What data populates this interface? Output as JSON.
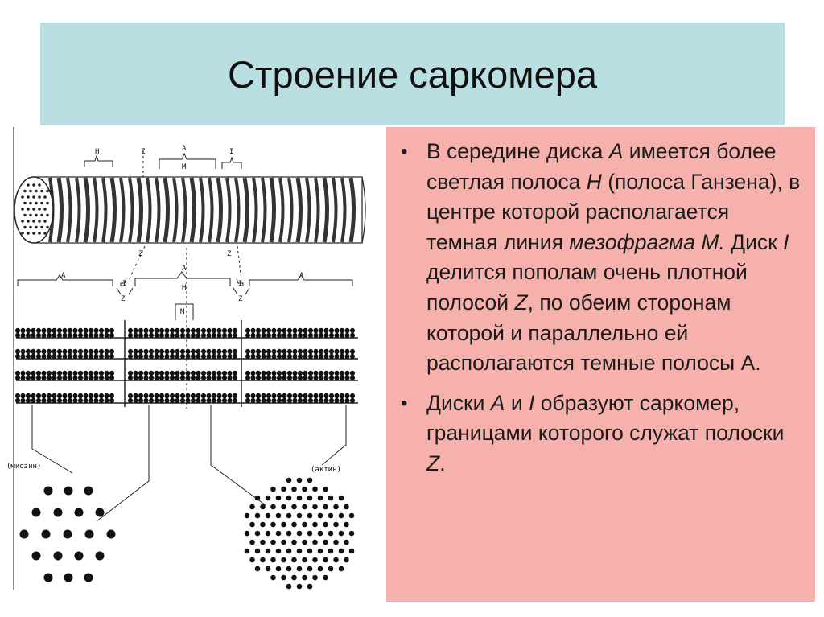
{
  "title": "Строение саркомера",
  "figure": {
    "labels": {
      "h_top": "H",
      "z_top": "Z",
      "a_top": "A",
      "m_top": "M",
      "i_top": "I",
      "z_left": "Z",
      "z_right": "Z",
      "a_center": "A",
      "h_center": "H",
      "m_center": "M",
      "a_left": "A",
      "a_right": "A",
      "i_left": "I",
      "i_right": "I",
      "z_lower_left": "Z",
      "z_lower_right": "Z",
      "myosin": "(миозин)",
      "actin": "(актин)"
    }
  },
  "bullets": [
    {
      "segments": [
        {
          "text": "В  середине диска ",
          "italic": false
        },
        {
          "text": "А",
          "italic": true
        },
        {
          "text": " имеется более светлая полоса ",
          "italic": false
        },
        {
          "text": "Н",
          "italic": true
        },
        {
          "text": " (полоса Ганзена), в центре которой располагается темная линия ",
          "italic": false
        },
        {
          "text": "мезофрагма М.",
          "italic": true
        },
        {
          "text": " Диск  ",
          "italic": false
        },
        {
          "text": "I",
          "italic": true
        },
        {
          "text": " делится пополам очень плотной полосой ",
          "italic": false
        },
        {
          "text": "Z",
          "italic": true
        },
        {
          "text": ", по обеим сторонам которой и параллельно ей располагаются темные полосы А.",
          "italic": false
        }
      ]
    },
    {
      "segments": [
        {
          "text": "Диски ",
          "italic": false
        },
        {
          "text": "А",
          "italic": true
        },
        {
          "text": " и ",
          "italic": false
        },
        {
          "text": "I",
          "italic": true
        },
        {
          "text": " образуют саркомер, границами которого служат полоски ",
          "italic": false
        },
        {
          "text": "Z",
          "italic": true
        },
        {
          "text": ".",
          "italic": false
        }
      ]
    }
  ]
}
